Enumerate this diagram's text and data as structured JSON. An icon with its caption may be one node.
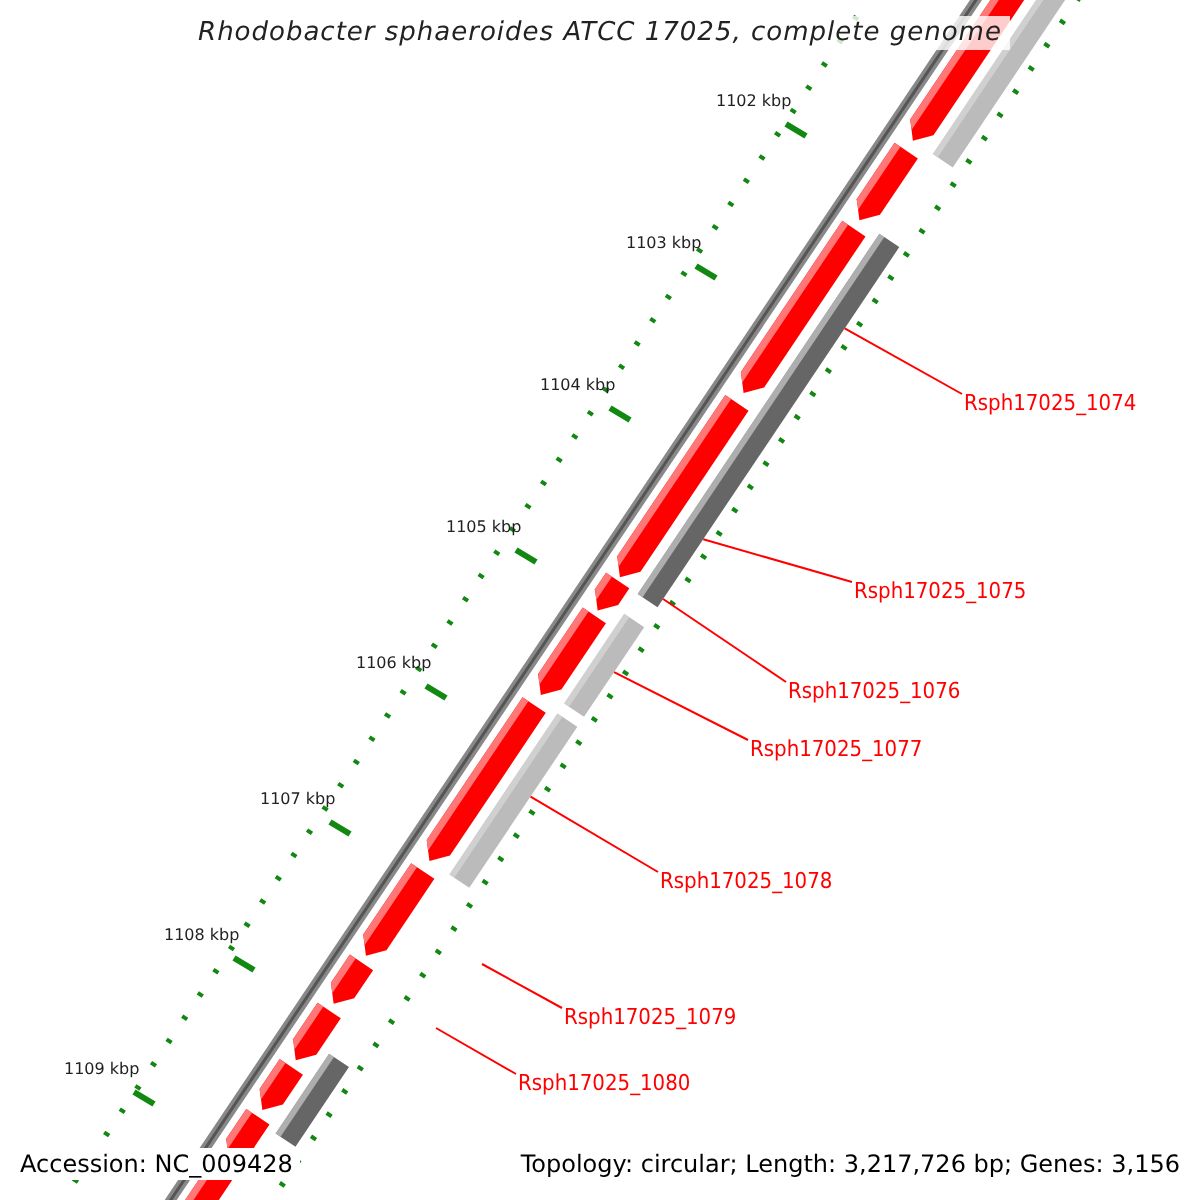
{
  "diagram": {
    "title": "Rhodobacter sphaeroides ATCC 17025, complete genome",
    "nodes": [
      {
        "text": [
          "Rsph17025_1074"
        ]
      },
      {
        "text": [
          "Rsph17025_1075"
        ]
      },
      {
        "text": [
          "Rsph17025_1076"
        ]
      },
      {
        "text": [
          "Rsph17025_1077"
        ]
      },
      {
        "text": [
          "Rsph17025_1078"
        ]
      },
      {
        "text": [
          "Rsph17025_1079"
        ]
      },
      {
        "text": [
          "Rsph17025_1080"
        ]
      },
      {
        "text": [],
        "shape": "bar"
      },
      {
        "text": [],
        "shape": "bar"
      },
      {
        "text": [],
        "shape": "bar"
      },
      {
        "text": [],
        "shape": "bar"
      },
      {
        "text": [],
        "shape": "bar"
      }
    ],
    "edges": [
      {
        "from": 0,
        "to": 8,
        "arrow": "none",
        "color": "#ff0000"
      },
      {
        "from": 1,
        "to": 8,
        "arrow": "none",
        "color": "#ff0000"
      },
      {
        "from": 2,
        "to": 8,
        "arrow": "none",
        "color": "#ff0000"
      },
      {
        "from": 3,
        "to": 9,
        "arrow": "none",
        "color": "#ff0000"
      },
      {
        "from": 4,
        "to": 10,
        "arrow": "none",
        "color": "#ff0000"
      },
      {
        "from": 5,
        "to": null,
        "arrow": "none",
        "color": "#ff0000"
      },
      {
        "from": 6,
        "to": null,
        "arrow": "none",
        "color": "#ff0000"
      }
    ],
    "labels": [
      "1102 kbp",
      "1103 kbp",
      "1104 kbp",
      "1105 kbp",
      "1106 kbp",
      "1107 kbp",
      "1108 kbp",
      "1109 kbp",
      "Accession: NC_009428",
      "Topology: circular; Length: 3,217,726 bp; Genes: 3,156"
    ]
  }
}
